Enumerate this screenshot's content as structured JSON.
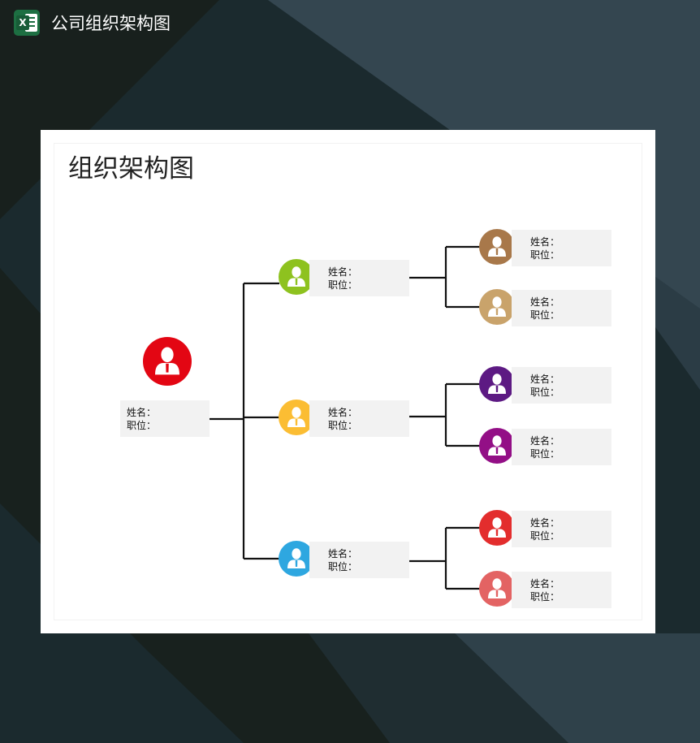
{
  "header": {
    "title": "公司组织架构图",
    "icon": "excel-icon",
    "icon_letter": "X"
  },
  "chart_title": "组织架构图",
  "colors": {
    "header_bg": "#1f2a2c",
    "sheet_bg": "#ffffff",
    "label_bg": "#f2f2f2",
    "connector": "#111111"
  },
  "org": {
    "root": {
      "name_label": "姓名：",
      "title_label": "职位：",
      "color": "#e30613"
    },
    "managers": [
      {
        "name_label": "姓名：",
        "title_label": "职位：",
        "color": "#8ec21f",
        "staff": [
          {
            "name_label": "姓名：",
            "title_label": "职位：",
            "color": "#a8784a"
          },
          {
            "name_label": "姓名：",
            "title_label": "职位：",
            "color": "#c9a36b"
          }
        ]
      },
      {
        "name_label": "姓名：",
        "title_label": "职位：",
        "color": "#fbbd33",
        "staff": [
          {
            "name_label": "姓名：",
            "title_label": "职位：",
            "color": "#5d1a83"
          },
          {
            "name_label": "姓名：",
            "title_label": "职位：",
            "color": "#930f86"
          }
        ]
      },
      {
        "name_label": "姓名：",
        "title_label": "职位：",
        "color": "#2ea7e0",
        "staff": [
          {
            "name_label": "姓名：",
            "title_label": "职位：",
            "color": "#e32d2d"
          },
          {
            "name_label": "姓名：",
            "title_label": "职位：",
            "color": "#e36363"
          }
        ]
      }
    ]
  }
}
